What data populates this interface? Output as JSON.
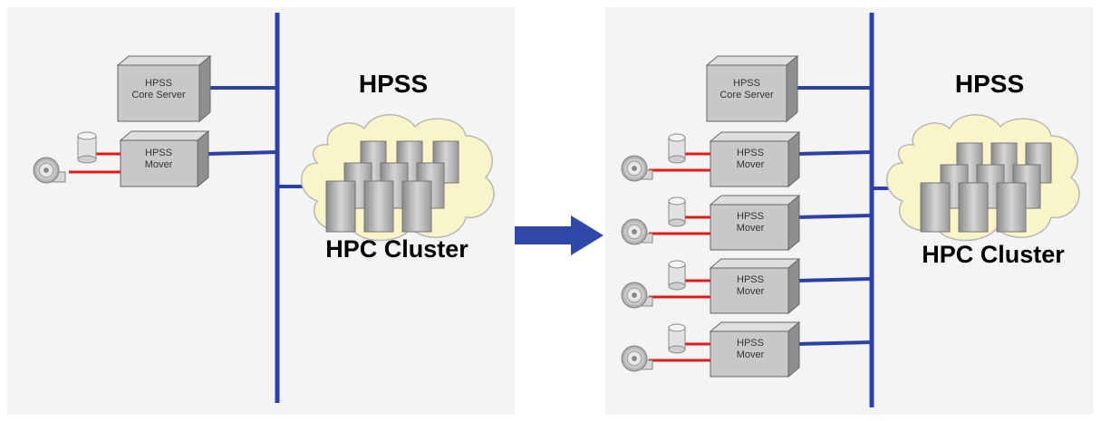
{
  "left": {
    "title": "HPSS",
    "core_server": [
      "HPSS",
      "Core Server"
    ],
    "movers": [
      [
        "HPSS",
        "Mover"
      ]
    ],
    "cluster_label": "HPC Cluster"
  },
  "right": {
    "title": "HPSS",
    "core_server": [
      "HPSS",
      "Core Server"
    ],
    "movers": [
      [
        "HPSS",
        "Mover"
      ],
      [
        "HPSS",
        "Mover"
      ],
      [
        "HPSS",
        "Mover"
      ],
      [
        "HPSS",
        "Mover"
      ]
    ],
    "cluster_label": "HPC Cluster"
  },
  "colors": {
    "bus": "#2d3fa8",
    "link": "#e01b1b",
    "arrow": "#2f47a8",
    "cloud": "#faf5c8",
    "box_top": "#d9d9d9",
    "box_front": "#c6c6c6",
    "box_side": "#8f8f8f"
  }
}
